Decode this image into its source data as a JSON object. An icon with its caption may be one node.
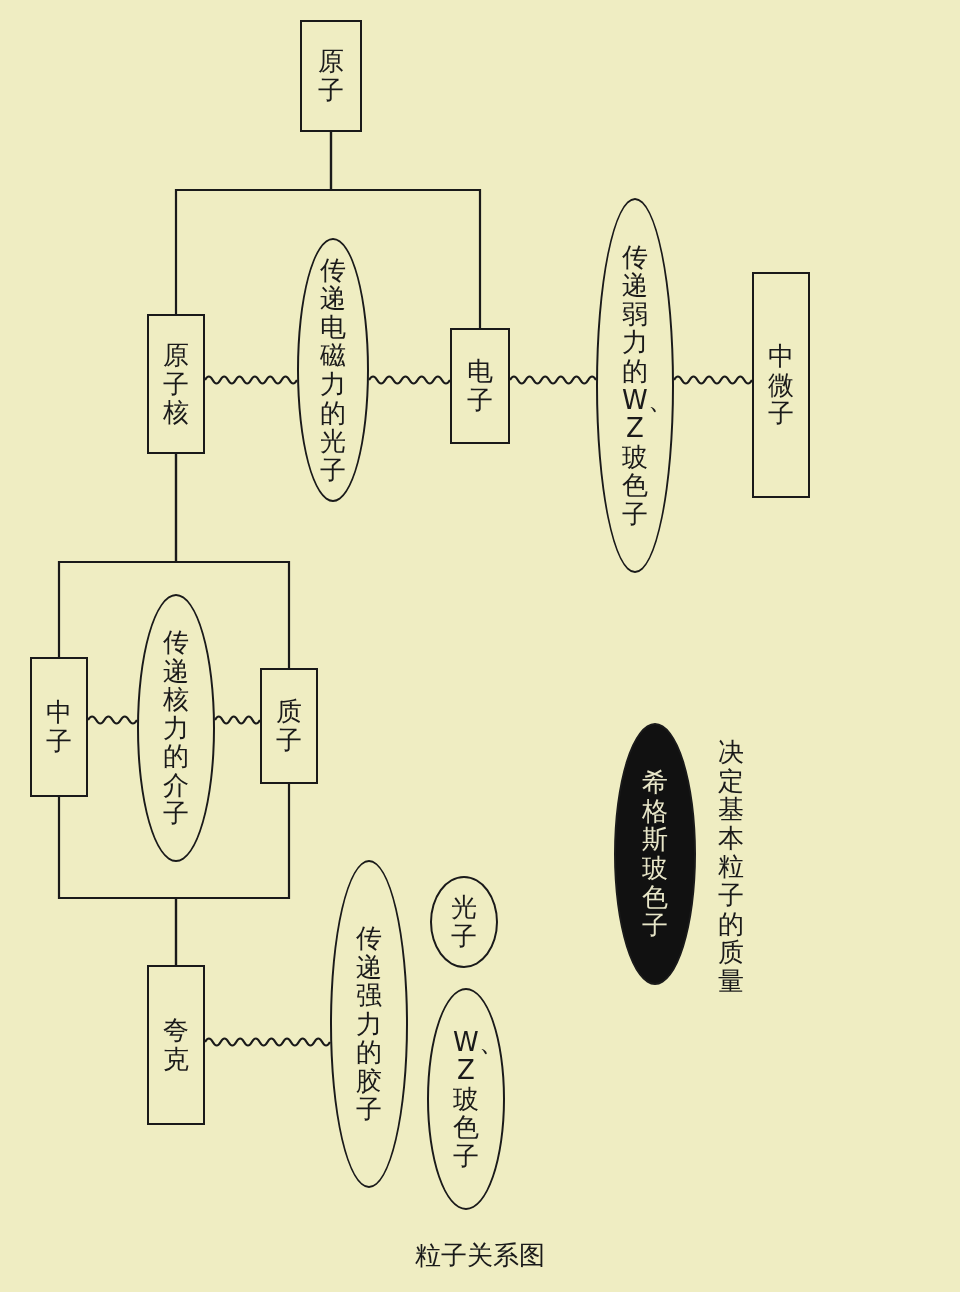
{
  "diagram": {
    "caption": "粒子关系图",
    "nodes": [
      {
        "text": [
          "原子"
        ]
      },
      {
        "text": [
          "原子核"
        ]
      },
      {
        "text": [
          "传递电磁力的光子"
        ]
      },
      {
        "text": [
          "电子"
        ]
      },
      {
        "text": [
          "传递弱力的W、Z玻色子"
        ]
      },
      {
        "text": [
          "中微子"
        ]
      },
      {
        "text": [
          "中子"
        ]
      },
      {
        "text": [
          "传递核力的介子"
        ]
      },
      {
        "text": [
          "质子"
        ]
      },
      {
        "text": [
          "夸克"
        ]
      },
      {
        "text": [
          "传递强力的胶子"
        ]
      },
      {
        "text": [
          "光子"
        ]
      },
      {
        "text": [
          "W、Z玻色子"
        ]
      },
      {
        "text": [
          "希格斯玻色子"
        ],
        "beside": [
          "决定基本粒子的质量"
        ]
      }
    ],
    "edges": [
      {
        "from": 0,
        "to": 1,
        "arrow": "none"
      },
      {
        "from": 0,
        "to": 3,
        "arrow": "none"
      },
      {
        "from": 1,
        "to": 2,
        "arrow": "none"
      },
      {
        "from": 2,
        "to": 3,
        "arrow": "none"
      },
      {
        "from": 3,
        "to": 4,
        "arrow": "none"
      },
      {
        "from": 4,
        "to": 5,
        "arrow": "none"
      },
      {
        "from": 1,
        "to": 6,
        "arrow": "none"
      },
      {
        "from": 1,
        "to": 8,
        "arrow": "none"
      },
      {
        "from": 6,
        "to": 7,
        "arrow": "none"
      },
      {
        "from": 7,
        "to": 8,
        "arrow": "none"
      },
      {
        "from": 6,
        "to": 9,
        "arrow": "none"
      },
      {
        "from": 8,
        "to": 9,
        "arrow": "none"
      },
      {
        "from": 9,
        "to": 10,
        "arrow": "none"
      }
    ]
  }
}
